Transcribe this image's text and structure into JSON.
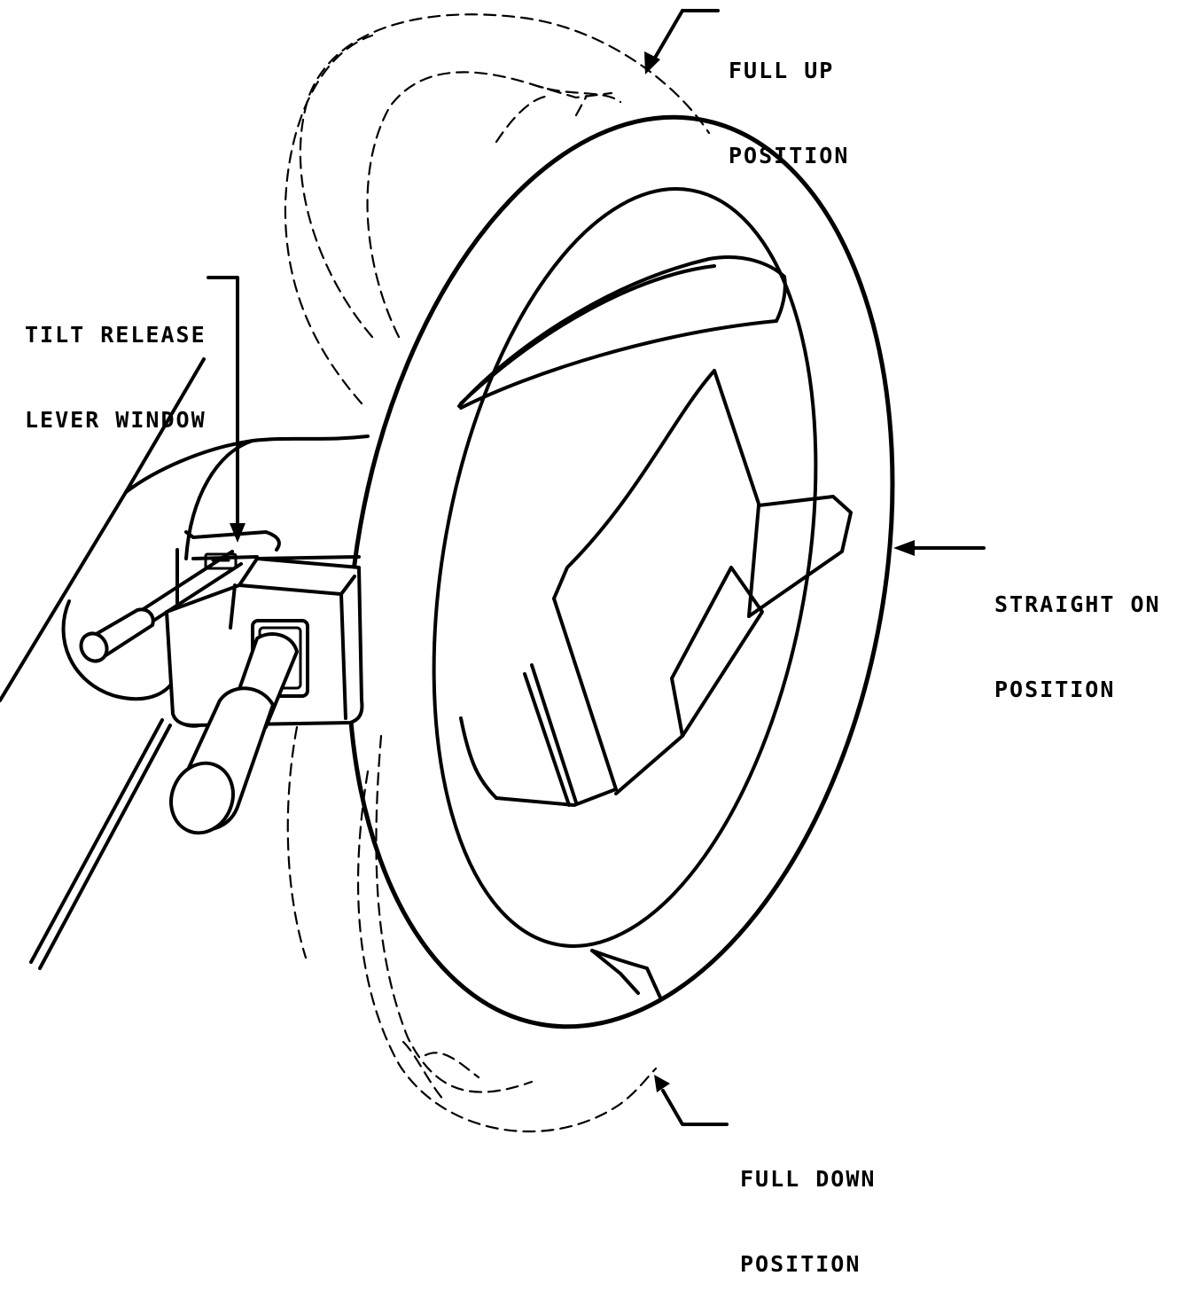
{
  "labels": {
    "full_up": [
      "FULL UP",
      "POSITION"
    ],
    "tilt_release": [
      "TILT RELEASE",
      "LEVER WINDOW"
    ],
    "straight_on": [
      "STRAIGHT ON",
      "POSITION"
    ],
    "full_down": [
      "FULL DOWN",
      "POSITION"
    ]
  },
  "colors": {
    "line": "#000000",
    "background": "#ffffff"
  }
}
